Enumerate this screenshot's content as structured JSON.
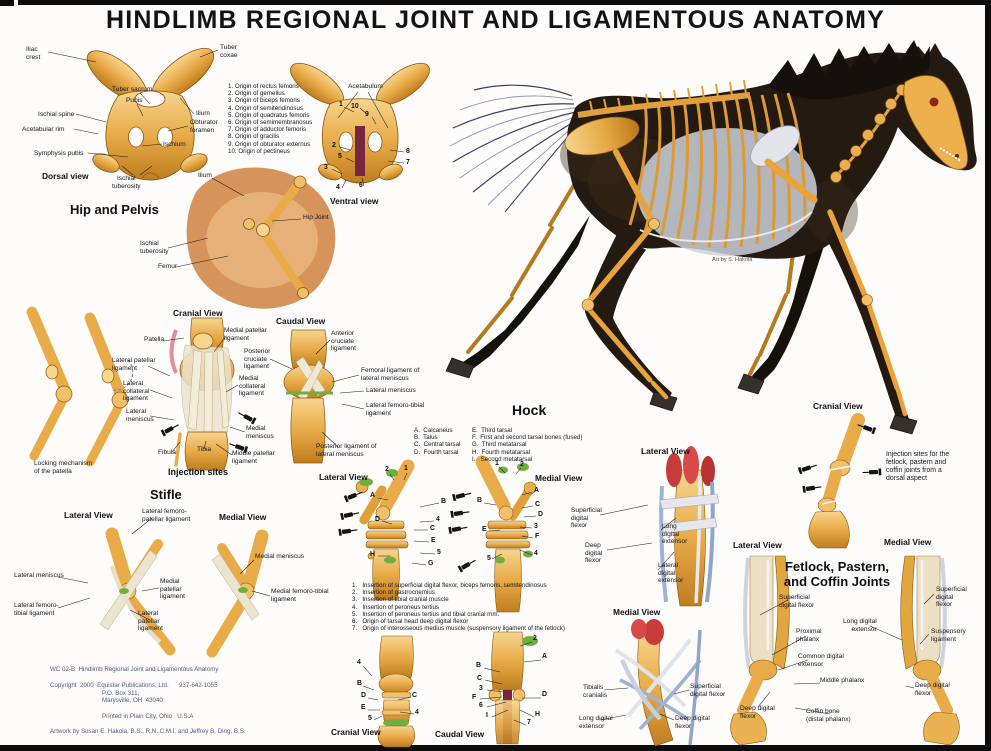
{
  "title": "HINDLIMB REGIONAL JOINT AND LIGAMENTOUS ANATOMY",
  "palette": {
    "bone_gold": "#e8ab48",
    "bone_shadow": "#b97818",
    "horse_body": "#241a12",
    "injection_green": "#6faf3f",
    "cartilage_maroon": "#7a2540",
    "muscle_red": "#c93b3b",
    "tendon_blue": "#93aacc"
  },
  "horse": {
    "art_credit": "Art by S. Hakola"
  },
  "hip": {
    "section_title": "Hip and Pelvis",
    "dorsal": {
      "view_label": "Dorsal view",
      "iliac_crest": "Iliac\ncrest",
      "tuber_coxae": "Tuber\ncoxae",
      "tuber_sacrum": "Tuber sacrum",
      "ilium": "Ilium",
      "pubis": "Pubis",
      "ischial_spine": "Ischial spine",
      "obturator_foramen": "Obturator\nforamen",
      "acetabular_rim": "Acetabular rim",
      "ischium": "Ischium",
      "symphysis_pubis": "Symphysis pubis",
      "ischial_tuberosity": "Ischial\ntuberosity"
    },
    "origins": [
      "1. Origin of rectus femoris",
      "2. Origin of gemellus",
      "3. Origin of biceps femoris",
      "4. Origin of semitendinosus",
      "5. Origin of quadratus femoris",
      "6. Origin of semimembranosus",
      "7. Origin of adductor femoris",
      "8. Origin of gracilis",
      "9. Origin of obturator externus",
      "10. Origin of pectineus"
    ],
    "ventral": {
      "view_label": "Ventral view",
      "acetabulum": "Acetabulum",
      "markers": [
        "1",
        "10",
        "9",
        "2",
        "5",
        "3",
        "4",
        "6",
        "8",
        "7"
      ]
    },
    "joint_fig": {
      "ilium": "Ilium",
      "hip_joint": "Hip Joint",
      "ischial_tuberosity": "Ischial\ntuberosity",
      "femur": "Femur"
    }
  },
  "stifle_upper": {
    "cranial_title": "Cranial View",
    "caudal_title": "Caudal View",
    "injection_sites": "Injection sites",
    "locking": "Locking mechanism\nof the patella",
    "patella": "Patella",
    "medial_patellar_lig": "Medial patellar\nligament",
    "lateral_patellar_lig": "Lateral patellar\nligament",
    "lateral_collateral_lig": "Lateral\ncollateral\nligament",
    "lateral_meniscus": "Lateral\nmeniscus",
    "fibula": "Fibula",
    "tibia": "Tibia",
    "middle_patellar_lig": "Middle patellar\nligament",
    "medial_collateral_lig": "Medial\ncollateral\nligament",
    "medial_meniscus": "Medial\nmeniscus",
    "anterior_cruciate": "Anterior\ncruciate\nligament",
    "posterior_cruciate": "Posterior\ncruciate\nligament",
    "femoral_lig": "Femoral ligament of\nlateral meniscus",
    "lateral_meniscus2": "Lateral meniscus",
    "lateral_femorotibial": "Lateral femoro-tibial\nligament",
    "posterior_lig": "Posterior ligament of\nlateral meniscus"
  },
  "stifle": {
    "section_title": "Stifle",
    "lateral_title": "Lateral View",
    "medial_title": "Medial View",
    "lat_femoropatellar": "Lateral femoro-\npatellar ligament",
    "lateral_meniscus": "Lateral meniscus",
    "lat_femorotibial": "Lateral femoro-\ntibial ligament",
    "medial_patellar": "Medial\npatellar\nligament",
    "lateral_patellar": "Lateral\npatellar\nligament",
    "medial_meniscus": "Medial meniscus",
    "med_femorotibial": "Medial femoro-tibial\nligament"
  },
  "hock": {
    "section_title": "Hock",
    "lateral_title": "Lateral View",
    "medial_title": "Medial View",
    "bones_col1": [
      "A.  Calcaneus",
      "B.  Talus",
      "C.  Central tarsal",
      "D.  Fourth tarsal"
    ],
    "bones_col2": [
      "E.  Third tarsal",
      "F.  First and second tarsal bones (fused)",
      "G.  Third metatarsal",
      "H.  Fourth metatarsal",
      "I.   Second metatarsal"
    ],
    "lat_markers": [
      "2",
      "1",
      "A",
      "B",
      "D",
      "4",
      "C",
      "E",
      "5",
      "H",
      "G"
    ],
    "med_markers": [
      "1",
      "2",
      "A",
      "B",
      "C",
      "D",
      "E",
      "3",
      "F",
      "4",
      "5"
    ],
    "insertions": [
      "1.   Insertion of superficial digital flexor, biceps femoris, semitendinosus",
      "2.   Insertion of gastrocnemius",
      "3.   Insertion of tibial cranial muscle",
      "4.   Insertion of peroneus tertius",
      "5.   Insertion of peroneus tertius and tibial cranial mm.",
      "6.   Origin of tarsal head deep digital flexor",
      "7.   Origin of interosseous medius muscle (suspensory ligament of the fetlock)"
    ]
  },
  "hock_tendons_lat": {
    "title": "Lateral View",
    "superficial_flexor": "Superficial\ndigital\nflexor",
    "deep_flexor": "Deep\ndigital\nflexor",
    "long_extensor": "Long\ndigital\nextensor",
    "lateral_extensor": "Lateral\ndigital\nextensor"
  },
  "hock_tendons_med": {
    "title": "Medial View",
    "tibialis": "Tibialis\ncranialis",
    "long_extensor": "Long digital\nextensor",
    "superficial_flexor": "Superficial\ndigital flexor",
    "deep_flexor": "Deep digital\nflexor"
  },
  "pastern": {
    "cranial_title": "Cranial View",
    "caudal_title": "Caudal View",
    "cranial_markers": [
      "4",
      "B",
      "D",
      "E",
      "5",
      "C",
      "4"
    ],
    "caudal_markers": [
      "2",
      "A",
      "B",
      "C",
      "3",
      "F",
      "6",
      "I",
      "D",
      "H",
      "7"
    ]
  },
  "digit_injection": {
    "title": "Cranial View",
    "note": "Injection sites for the\nfetlock, pastern and\ncoffin joints from a\ndorsal aspect"
  },
  "fetlock": {
    "section_title": "Fetlock, Pastern,\nand Coffin Joints",
    "lateral_title": "Lateral View",
    "medial_title": "Medial View",
    "sup_flexor_left": "Superficial\ndigital flexor",
    "sup_flexor_right": "Superficial\ndigital\nflexor",
    "long_extensor": "Long digital\nextensor",
    "suspensory": "Suspensory\nligament",
    "proximal_phalanx": "Proximal\nphalanx",
    "common_extensor": "Common digital\nextensor",
    "middle_phalanx": "Middle phalanx",
    "deep_flexor_right": "Deep digital\nflexor",
    "deep_flexor_left": "Deep digital\nflexor",
    "coffin_bone": "Coffin  bone\n(distal phalanx)"
  },
  "footer": {
    "line1": "WC 02-B  Hindlimb Regional Joint and Ligamentous Anatomy",
    "line2": "Copyright  2000  Equistar Publications, Ltd.      937-642-1055",
    "line3": "P.O. Box 311,",
    "line4": "Marysville, OH  43040",
    "line5": "Printed in Plain City, Ohio   U.S.A",
    "line6": "Artwork by Susan E. Hakola, B.S., R.N.,C.M.I. and Jeffrey B. Ding, B.S."
  }
}
